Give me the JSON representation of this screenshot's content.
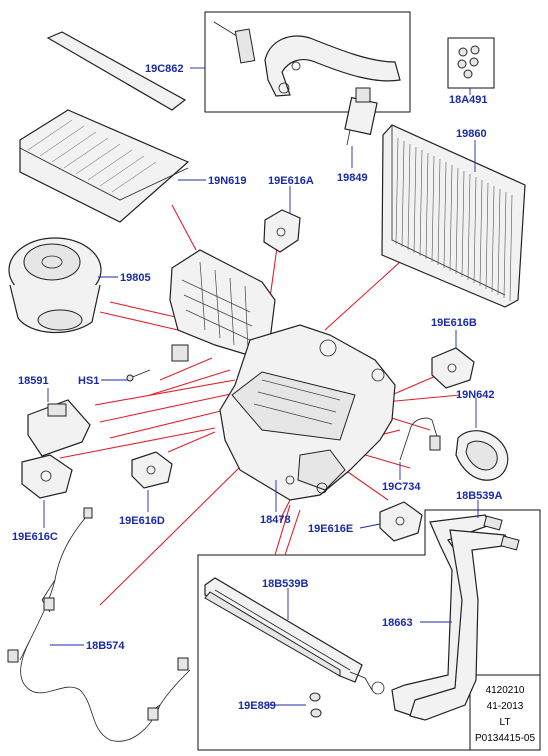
{
  "labels": {
    "l19C862": "19C862",
    "l18A491": "18A491",
    "l19860": "19860",
    "l19N619": "19N619",
    "l19E616A": "19E616A",
    "l19849": "19849",
    "l19805": "19805",
    "l19E616B": "19E616B",
    "l18591": "18591",
    "lHS1": "HS1",
    "l19N642": "19N642",
    "l19C734": "19C734",
    "l18B539A": "18B539A",
    "l19E616C": "19E616C",
    "l19E616D": "19E616D",
    "l18478": "18478",
    "l19E616E": "19E616E",
    "l18B539B": "18B539B",
    "l18663": "18663",
    "l18B574": "18B574",
    "l19E889": "19E889"
  },
  "reference": {
    "line1": "4120210",
    "line2": "41-2013",
    "line3": "LT",
    "line4": "P0134415-05"
  }
}
